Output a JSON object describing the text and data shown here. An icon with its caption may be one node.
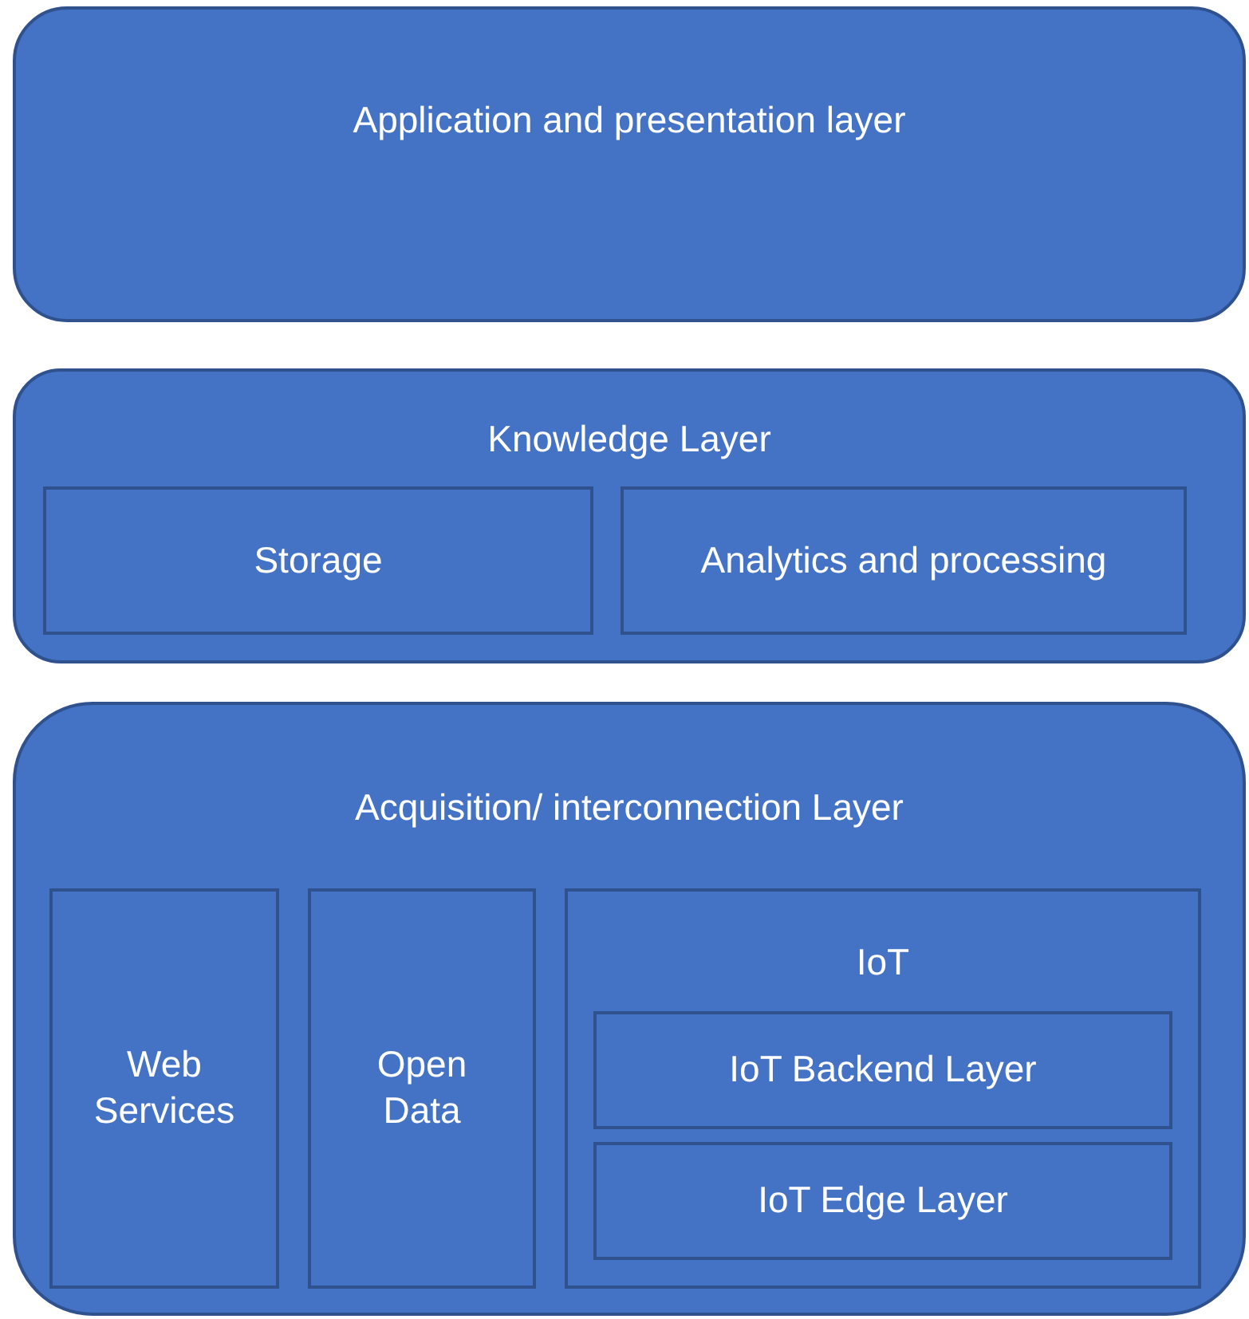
{
  "diagram": {
    "nodes": [
      {
        "text": [
          "Application and presentation layer"
        ]
      },
      {
        "text": [
          "Knowledge Layer"
        ]
      },
      {
        "text": [
          "Storage"
        ],
        "in": 1
      },
      {
        "text": [
          "Analytics and processing"
        ],
        "in": 1
      },
      {
        "text": [
          "Acquisition/ interconnection Layer"
        ]
      },
      {
        "text": [
          "Web Services"
        ],
        "in": 4
      },
      {
        "text": [
          "Open Data"
        ],
        "in": 4
      },
      {
        "text": [
          "IoT"
        ],
        "in": 4
      },
      {
        "text": [
          "IoT Backend Layer"
        ],
        "in": 7
      },
      {
        "text": [
          "IoT Edge Layer"
        ],
        "in": 7
      }
    ]
  }
}
